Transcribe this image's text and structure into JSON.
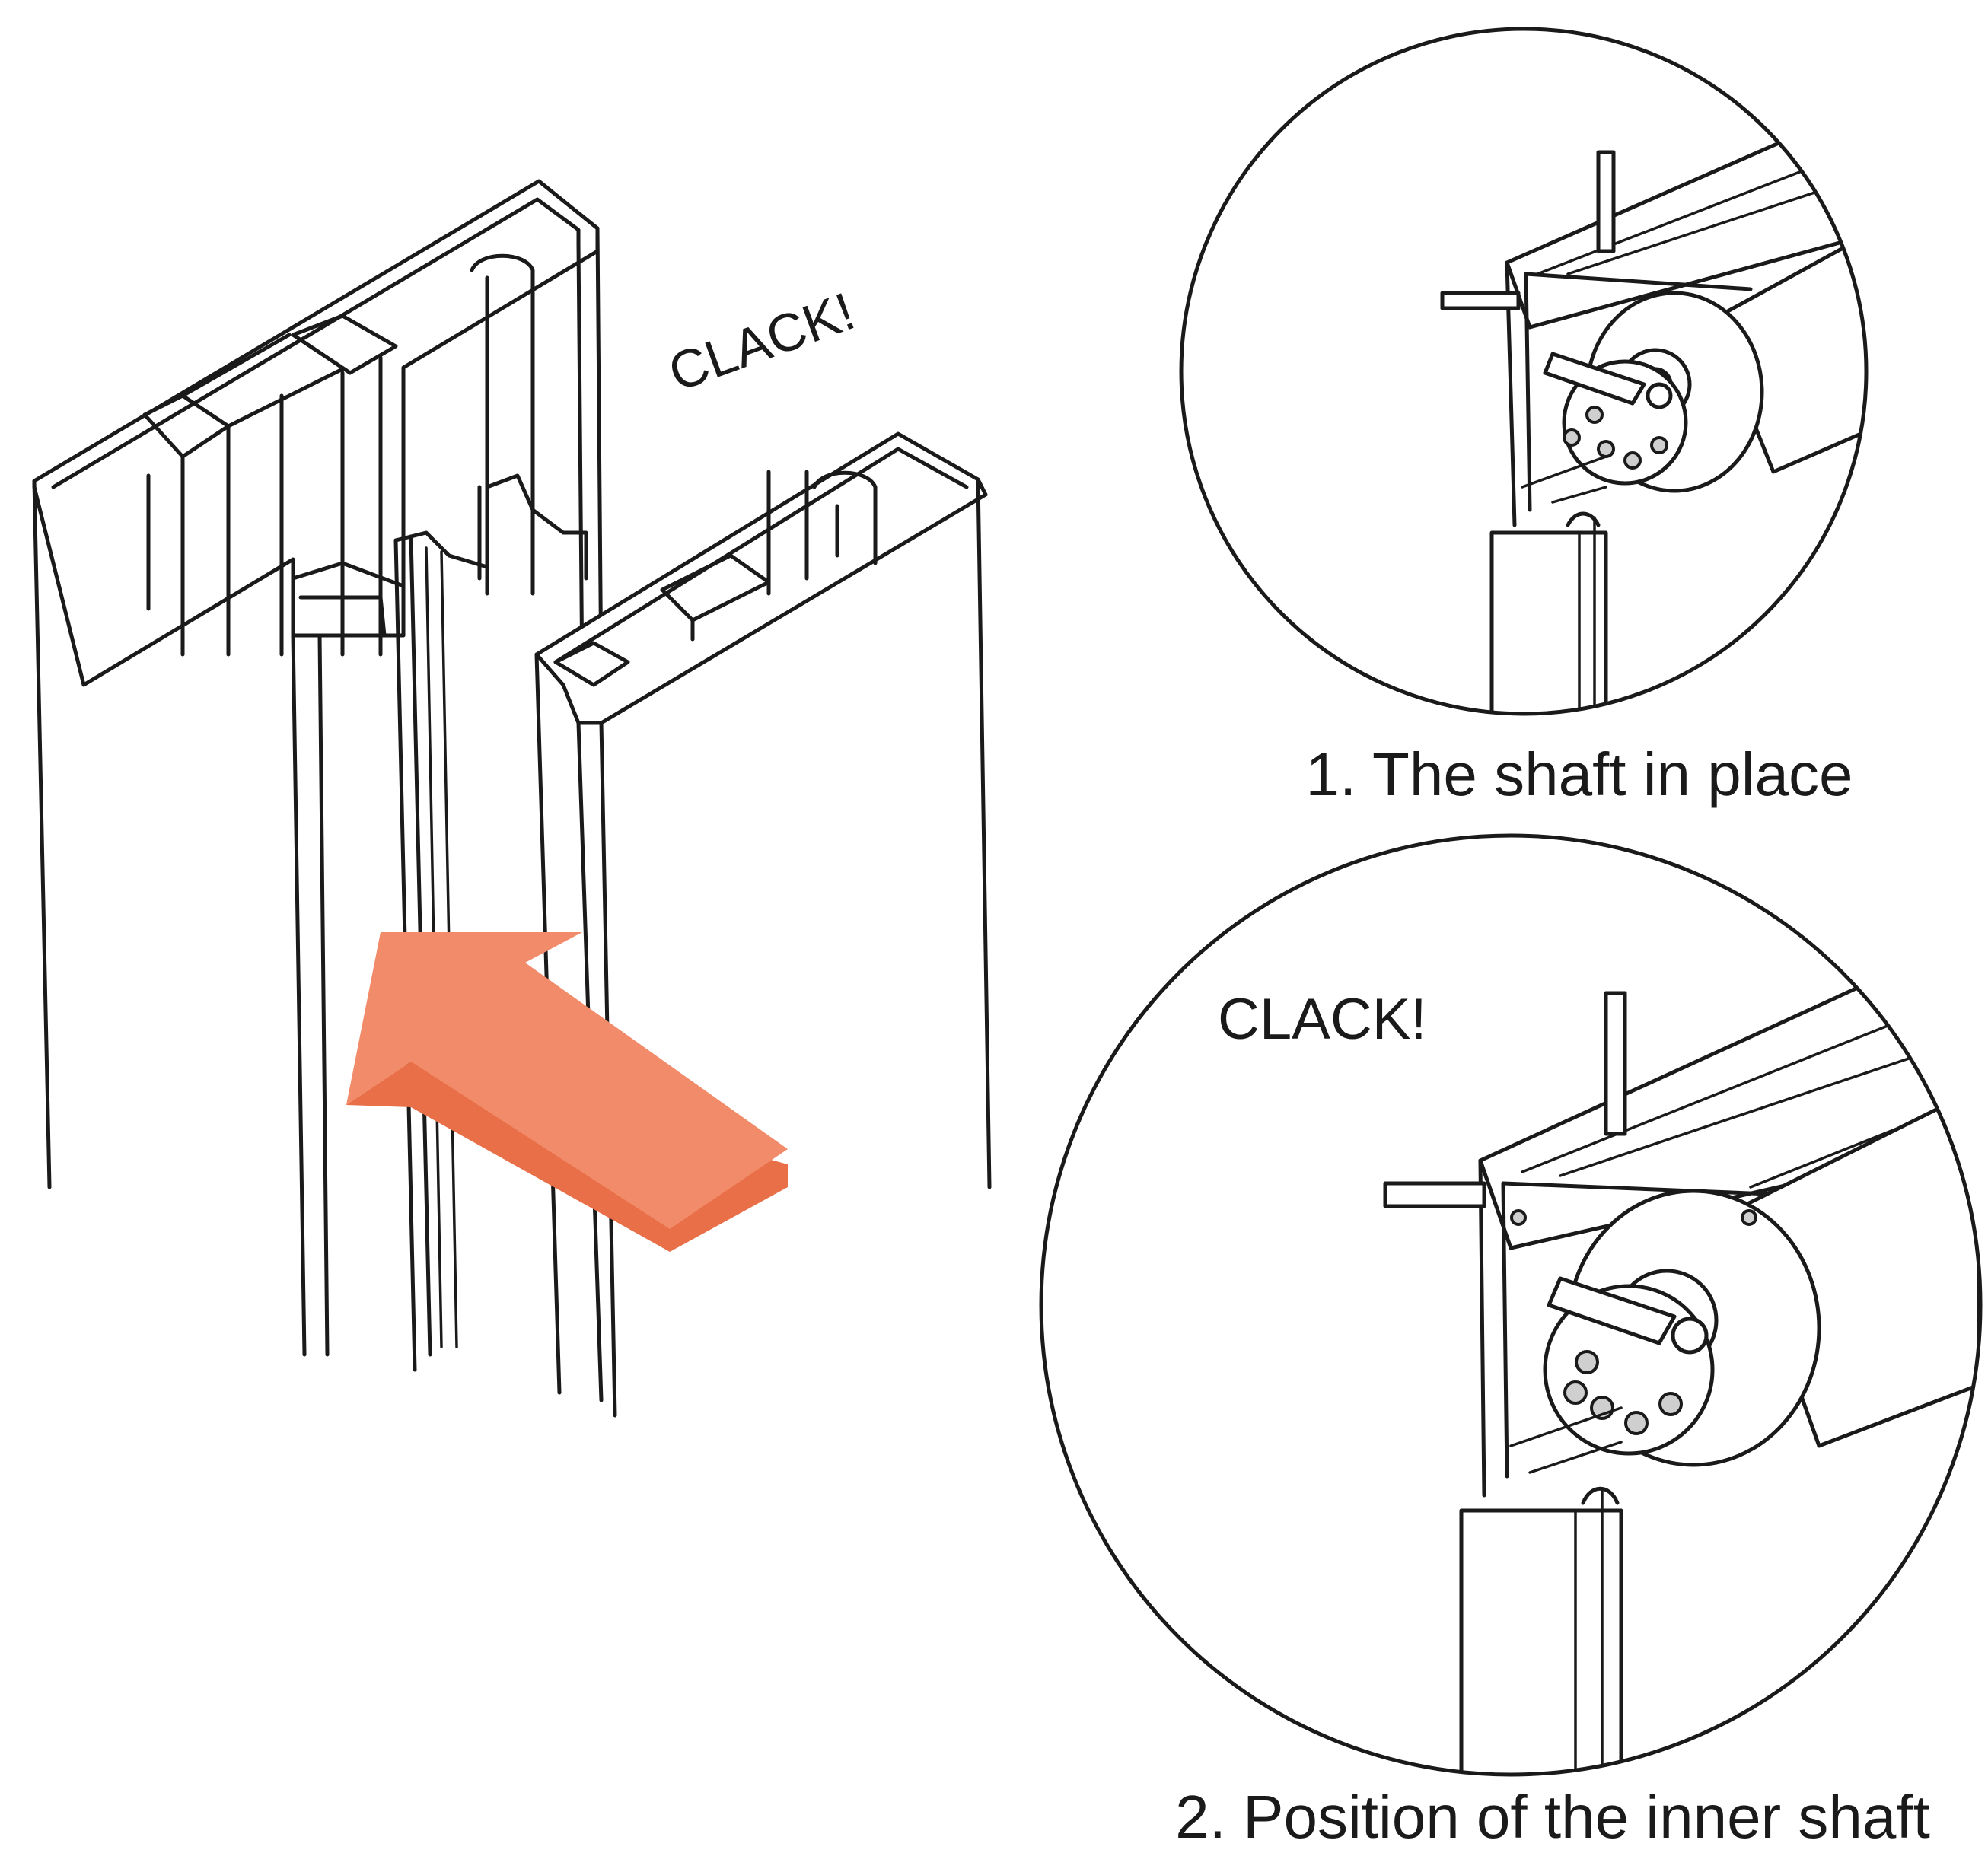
{
  "main_diagram": {
    "sound_label": "CLACK!",
    "arrow_color": "#f28b69",
    "arrow_edge_color": "#e86f48"
  },
  "detail_1": {
    "caption": "1. The shaft in place"
  },
  "detail_2": {
    "sound_label": "CLACK!",
    "caption": "2. Position of the inner shaft"
  }
}
